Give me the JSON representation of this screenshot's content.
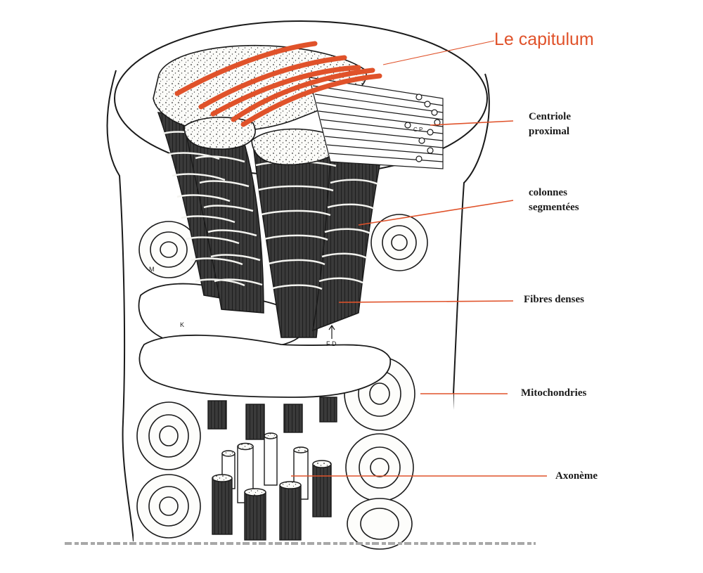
{
  "labels": {
    "capitulum": "Le capitulum",
    "centriole_line1": "Centriole",
    "centriole_line2": "proximal",
    "colonnes_line1": "colonnes",
    "colonnes_line2": "segmentées",
    "fibres": "Fibres denses",
    "mitochondries": "Mitochondries",
    "axoneme": "Axonème"
  },
  "letters": {
    "m": "M",
    "k": "K",
    "fd": "F D",
    "cp": "C P"
  },
  "colors": {
    "accent": "#e0522a",
    "ink": "#1a1a1a"
  }
}
